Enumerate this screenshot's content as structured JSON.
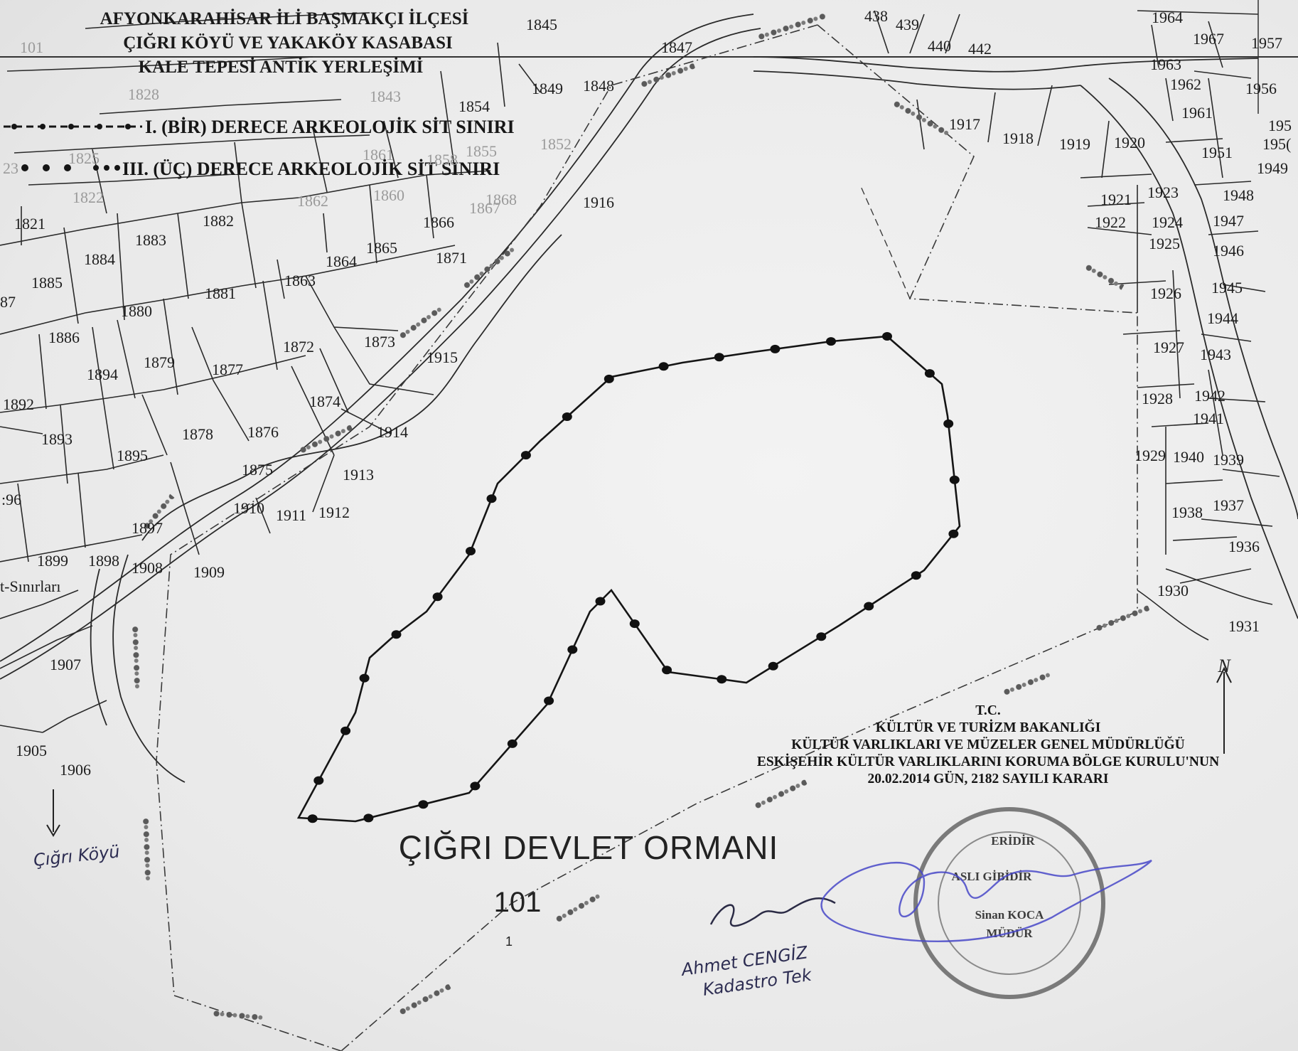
{
  "title": {
    "line1": "AFYONKARAHİSAR İLİ BAŞMAKÇI İLÇESİ",
    "line2": "ÇIĞRI KÖYÜ VE YAKAKÖY KASABASI",
    "line3": "KALE TEPESİ ANTİK YERLEŞİMİ"
  },
  "legend": {
    "first_degree": "I. (BİR) DERECE ARKEOLOJİK SİT SINIRI",
    "third_degree": "III. (ÜÇ) DERECE ARKEOLOJİK SİT SINIRI"
  },
  "decision": {
    "line1": "T.C.",
    "line2": "KÜLTÜR VE TURİZM BAKANLIĞI",
    "line3": "KÜLTÜR VARLIKLARI VE MÜZELER GENEL MÜDÜRLÜĞÜ",
    "line4": "ESKİŞEHİR KÜLTÜR VARLIKLARINI KORUMA BÖLGE KURULU'NUN",
    "line5": "20.02.2014 GÜN,  2182 SAYILI KARARI"
  },
  "forest_label": "ÇIĞRI DEVLET ORMANI",
  "forest_number": "101",
  "page_marker": "1",
  "corner_number": "101",
  "road_label": "t-Sınırları",
  "village_arrow_label": "Çığrı Köyü",
  "north_label": "N",
  "signature_name": "Ahmet CENGİZ",
  "signature_title": "Kadastro Tek",
  "seal": {
    "line1": "ERİDİR",
    "line2": "ASLI GİBİDİR",
    "line3": "Sinan KOCA",
    "line4": "MÜDÜR"
  },
  "parcels": [
    {
      "id": "p1821",
      "label": "1821"
    },
    {
      "id": "p1822",
      "label": "1822"
    },
    {
      "id": "p1825",
      "label": "1825"
    },
    {
      "id": "p1828",
      "label": "1828"
    },
    {
      "id": "p1843",
      "label": "1843"
    },
    {
      "id": "p1845",
      "label": "1845"
    },
    {
      "id": "p1847",
      "label": "1847"
    },
    {
      "id": "p1848",
      "label": "1848"
    },
    {
      "id": "p1849",
      "label": "1849"
    },
    {
      "id": "p1852",
      "label": "1852"
    },
    {
      "id": "p1854",
      "label": "1854"
    },
    {
      "id": "p1855",
      "label": "1855"
    },
    {
      "id": "p1858",
      "label": "1858"
    },
    {
      "id": "p1860",
      "label": "1860"
    },
    {
      "id": "p1861",
      "label": "1861"
    },
    {
      "id": "p1862",
      "label": "1862"
    },
    {
      "id": "p1863",
      "label": "1863"
    },
    {
      "id": "p1864",
      "label": "1864"
    },
    {
      "id": "p1865",
      "label": "1865"
    },
    {
      "id": "p1866",
      "label": "1866"
    },
    {
      "id": "p1867",
      "label": "1867"
    },
    {
      "id": "p1868",
      "label": "1868"
    },
    {
      "id": "p1871",
      "label": "1871"
    },
    {
      "id": "p1872",
      "label": "1872"
    },
    {
      "id": "p1873",
      "label": "1873"
    },
    {
      "id": "p1874",
      "label": "1874"
    },
    {
      "id": "p1875",
      "label": "1875"
    },
    {
      "id": "p1876",
      "label": "1876"
    },
    {
      "id": "p1877",
      "label": "1877"
    },
    {
      "id": "p1878",
      "label": "1878"
    },
    {
      "id": "p1879",
      "label": "1879"
    },
    {
      "id": "p1880",
      "label": "1880"
    },
    {
      "id": "p1881",
      "label": "1881"
    },
    {
      "id": "p1882",
      "label": "1882"
    },
    {
      "id": "p1883",
      "label": "1883"
    },
    {
      "id": "p1884",
      "label": "1884"
    },
    {
      "id": "p1885",
      "label": "1885"
    },
    {
      "id": "p1886",
      "label": "1886"
    },
    {
      "id": "p187",
      "label": "87"
    },
    {
      "id": "p1892",
      "label": "1892"
    },
    {
      "id": "p1893",
      "label": "1893"
    },
    {
      "id": "p1894",
      "label": "1894"
    },
    {
      "id": "p1895",
      "label": "1895"
    },
    {
      "id": "p196",
      "label": ":96"
    },
    {
      "id": "p1897",
      "label": "1897"
    },
    {
      "id": "p1898",
      "label": "1898"
    },
    {
      "id": "p1899",
      "label": "1899"
    },
    {
      "id": "p1905",
      "label": "1905"
    },
    {
      "id": "p1906",
      "label": "1906"
    },
    {
      "id": "p1907",
      "label": "1907"
    },
    {
      "id": "p1908",
      "label": "1908"
    },
    {
      "id": "p1909",
      "label": "1909"
    },
    {
      "id": "p1910",
      "label": "1910"
    },
    {
      "id": "p1911",
      "label": "1911"
    },
    {
      "id": "p1912",
      "label": "1912"
    },
    {
      "id": "p1913",
      "label": "1913"
    },
    {
      "id": "p1914",
      "label": "1914"
    },
    {
      "id": "p1915",
      "label": "1915"
    },
    {
      "id": "p1916",
      "label": "1916"
    },
    {
      "id": "p1917",
      "label": "1917"
    },
    {
      "id": "p1918",
      "label": "1918"
    },
    {
      "id": "p1919",
      "label": "1919"
    },
    {
      "id": "p1920",
      "label": "1920"
    },
    {
      "id": "p1921",
      "label": "1921"
    },
    {
      "id": "p1922",
      "label": "1922"
    },
    {
      "id": "p1923",
      "label": "1923"
    },
    {
      "id": "p1924",
      "label": "1924"
    },
    {
      "id": "p1925",
      "label": "1925"
    },
    {
      "id": "p1926",
      "label": "1926"
    },
    {
      "id": "p1927",
      "label": "1927"
    },
    {
      "id": "p1928",
      "label": "1928"
    },
    {
      "id": "p1929",
      "label": "1929"
    },
    {
      "id": "p1930",
      "label": "1930"
    },
    {
      "id": "p1931",
      "label": "1931"
    },
    {
      "id": "p1936",
      "label": "1936"
    },
    {
      "id": "p1937",
      "label": "1937"
    },
    {
      "id": "p1938",
      "label": "1938"
    },
    {
      "id": "p1939",
      "label": "1939"
    },
    {
      "id": "p1940",
      "label": "1940"
    },
    {
      "id": "p1941",
      "label": "1941"
    },
    {
      "id": "p1942",
      "label": "1942"
    },
    {
      "id": "p1943",
      "label": "1943"
    },
    {
      "id": "p1944",
      "label": "1944"
    },
    {
      "id": "p1945",
      "label": "1945"
    },
    {
      "id": "p1946",
      "label": "1946"
    },
    {
      "id": "p1947",
      "label": "1947"
    },
    {
      "id": "p1948",
      "label": "1948"
    },
    {
      "id": "p1949",
      "label": "1949"
    },
    {
      "id": "p1950",
      "label": "195("
    },
    {
      "id": "p1951",
      "label": "1951"
    },
    {
      "id": "p1955",
      "label": "195"
    },
    {
      "id": "p1956",
      "label": "1956"
    },
    {
      "id": "p1957",
      "label": "1957"
    },
    {
      "id": "p1961",
      "label": "1961"
    },
    {
      "id": "p1962",
      "label": "1962"
    },
    {
      "id": "p1963",
      "label": "1963"
    },
    {
      "id": "p1964",
      "label": "1964"
    },
    {
      "id": "p1967",
      "label": "1967"
    },
    {
      "id": "p438",
      "label": "438"
    },
    {
      "id": "p439",
      "label": "439"
    },
    {
      "id": "p440",
      "label": "440"
    },
    {
      "id": "p442",
      "label": "442"
    },
    {
      "id": "p23",
      "label": "23"
    }
  ]
}
